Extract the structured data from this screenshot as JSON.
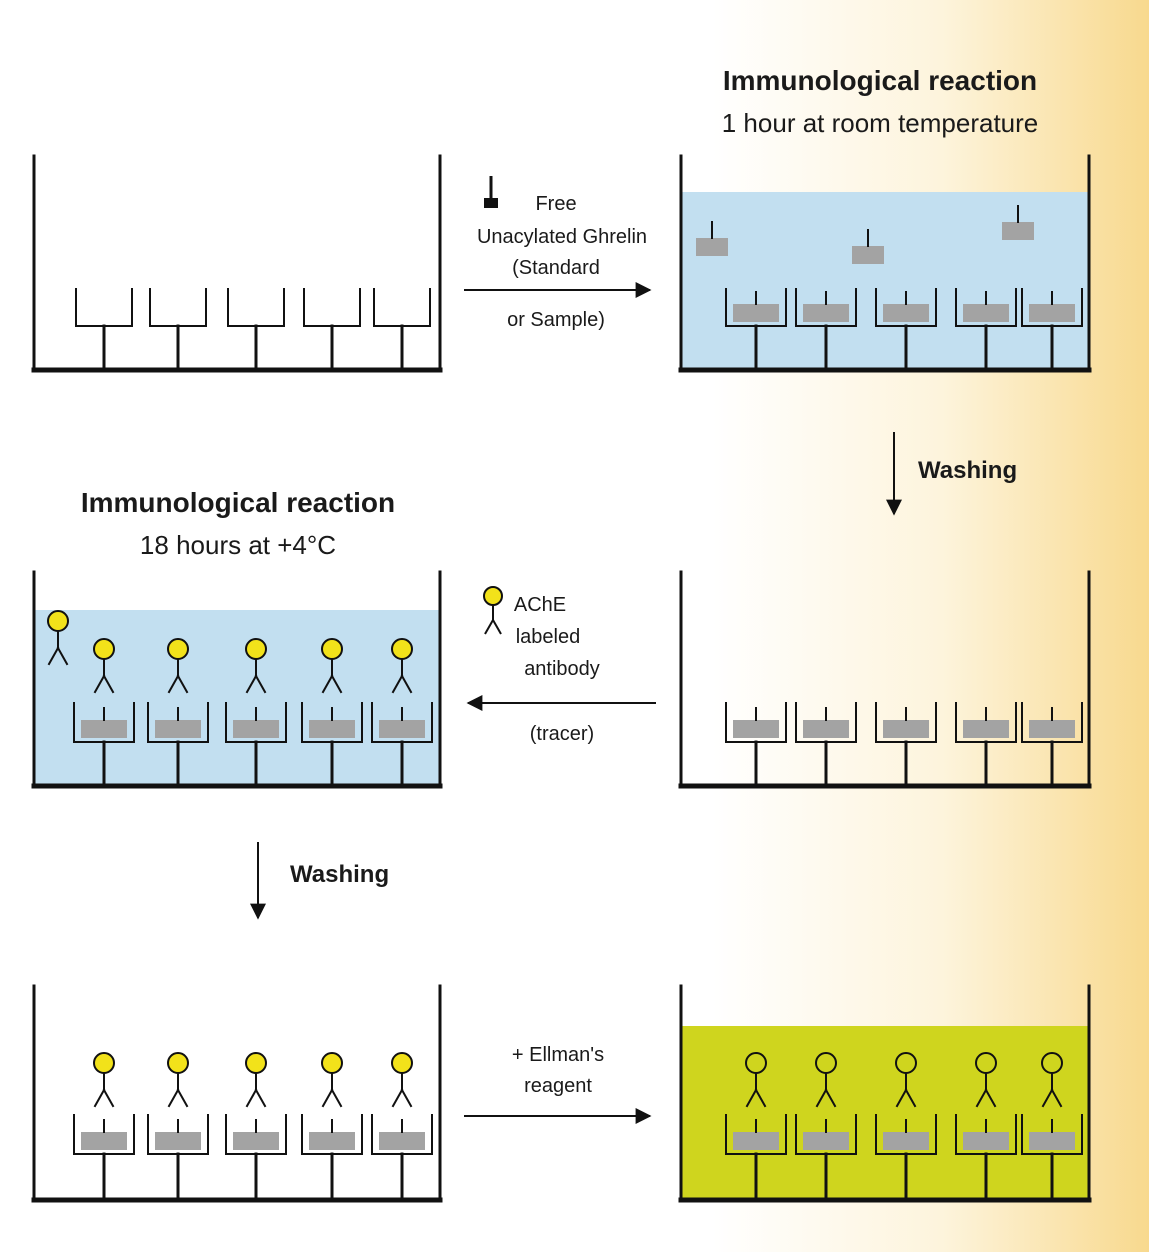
{
  "step1": {
    "title": "Immunological reaction",
    "subtitle": "1 hour at room temperature",
    "reagent_line1": "Free",
    "reagent_line2": "Unacylated Ghrelin",
    "reagent_line3": "(Standard",
    "reagent_line4": "or Sample)"
  },
  "wash1": {
    "label": "Washing"
  },
  "step2": {
    "title": "Immunological reaction",
    "subtitle": "18 hours at +4°C",
    "reagent_line1": "AChE",
    "reagent_line2": "labeled",
    "reagent_line3": "antibody",
    "reagent_line4": "(tracer)"
  },
  "wash2": {
    "label": "Washing"
  },
  "step3": {
    "reagent_line1": "+ Ellman's",
    "reagent_line2": "reagent"
  },
  "colors": {
    "buffer": "#c2dff0",
    "ellman": "#cfd51e",
    "tracer_yellow": "#f2e21a",
    "antigen_gray": "#a3a3a3"
  }
}
